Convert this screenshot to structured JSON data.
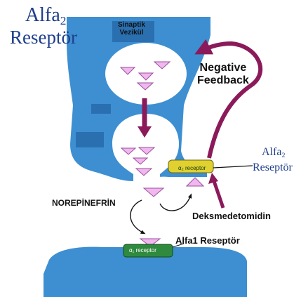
{
  "title": {
    "line1_main": "Alfa",
    "line1_sub": "2",
    "line2": "Reseptör"
  },
  "vesicle_label": {
    "line1": "Sinaptik",
    "line2": "Vezikül"
  },
  "feedback_label": {
    "line1": "Negative",
    "line2": "Feedback"
  },
  "alpha2_receptor_box": "α₂ receptor",
  "alpha2_side_label": {
    "line1_main": "Alfa",
    "line1_sub": "2",
    "line2": "Reseptör"
  },
  "norepinephrine_label": "NOREPİNEFRİN",
  "dexmedetomidine_label": "Deksmedetomidin",
  "alpha1_receptor_box": "α₁ receptor",
  "alpha1_label": "Alfa1 Reseptör",
  "colors": {
    "neuron_blue": "#3d8fd1",
    "neuron_dark": "#2a6fb0",
    "vesicle": "#ffffff",
    "triangle_fill": "#f0b8ee",
    "triangle_stroke": "#9b4f9e",
    "feedback_arrow": "#8b1a5a",
    "alpha2_box": "#e0d030",
    "alpha1_box": "#2f8a3e",
    "title": "#1f3f8c"
  }
}
